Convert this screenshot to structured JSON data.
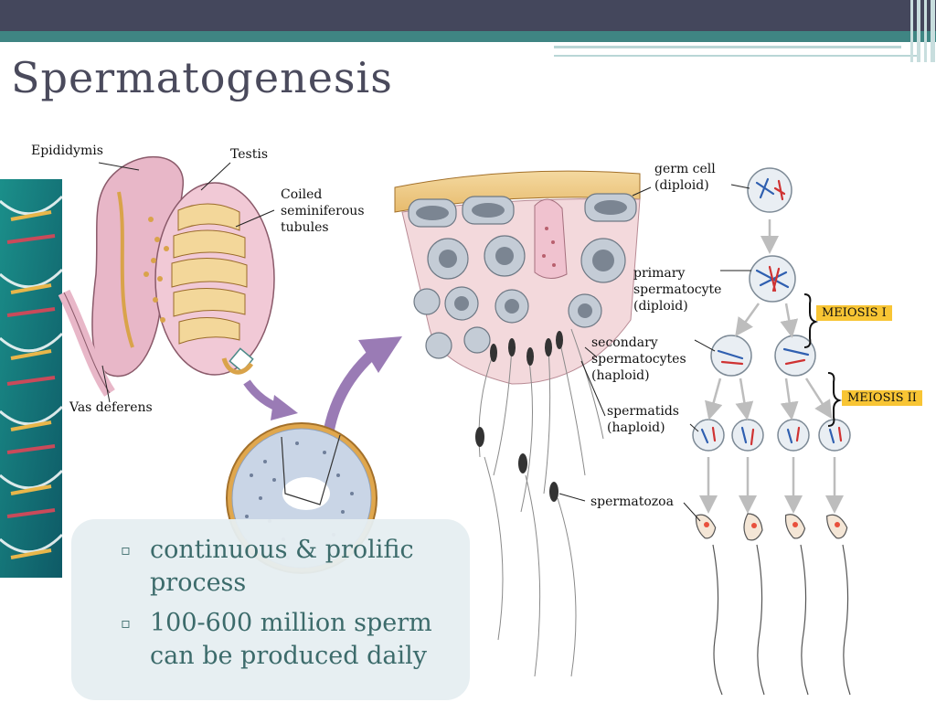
{
  "slide": {
    "title": "Spermatogenesis"
  },
  "labels": {
    "epididymis": "Epididymis",
    "testis": "Testis",
    "coiled": [
      "Coiled",
      "seminiferous",
      "tubules"
    ],
    "vas_deferens": "Vas deferens",
    "germ_cell": [
      "germ cell",
      "(diploid)"
    ],
    "primary": [
      "primary",
      "spermatocyte",
      "(diploid)"
    ],
    "secondary": [
      "secondary",
      "spermatocytes",
      "(haploid)"
    ],
    "spermatids": [
      "spermatids",
      "(haploid)"
    ],
    "spermatozoa": "spermatozoa",
    "meiosis1": "MEIOSIS I",
    "meiosis2": "MEIOSIS II"
  },
  "bullets": [
    {
      "mark": "▫",
      "text": "continuous & prolific process"
    },
    {
      "mark": "▫",
      "text": " 100-600 million sperm can be produced daily"
    }
  ],
  "colors": {
    "topbar": "#44475c",
    "teal": "#3f8583",
    "title": "#4a4a5c",
    "bullet_text": "#3c6b6b",
    "badge": "#f8c534"
  }
}
